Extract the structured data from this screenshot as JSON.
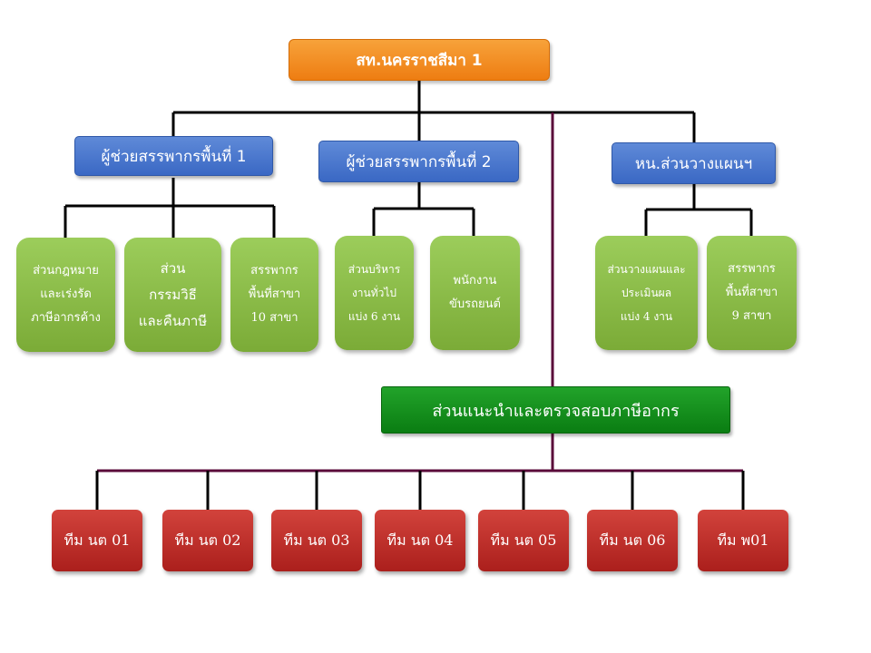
{
  "root": {
    "label": "สท.นครราชสีมา 1"
  },
  "level2": [
    {
      "label": "ผู้ช่วยสรรพากรพื้นที่ 1"
    },
    {
      "label": "ผู้ช่วยสรรพากรพื้นที่ 2"
    },
    {
      "label": "หน.ส่วนวางแผนฯ"
    }
  ],
  "units": [
    {
      "label": "ส่วนกฎหมาย\nและเร่งรัด\nภาษีอากรค้าง"
    },
    {
      "label": "ส่วน\nกรรมวิธี\nและคืนภาษี"
    },
    {
      "label": "สรรพากร\nพื้นที่สาขา\n10 สาขา"
    },
    {
      "label": "ส่วนบริหาร\nงานทั่วไป\nแบ่ง 6 งาน"
    },
    {
      "label": "พนักงาน\nขับรถยนต์"
    },
    {
      "label": "ส่วนวางแผนและ\nประเมินผล\nแบ่ง 4 งาน"
    },
    {
      "label": "สรรพากร\nพื้นที่สาขา\n9 สาขา"
    }
  ],
  "advisory": {
    "label": "ส่วนแนะนำและตรวจสอบภาษีอากร"
  },
  "teams": [
    {
      "label": "ทีม นต 01"
    },
    {
      "label": "ทีม นต 02"
    },
    {
      "label": "ทีม นต 03"
    },
    {
      "label": "ทีม นต 04"
    },
    {
      "label": "ทีม นต 05"
    },
    {
      "label": "ทีม นต 06"
    },
    {
      "label": "ทีม พ01"
    }
  ],
  "colors": {
    "root": "#ee7d12",
    "level2": "#3a68c4",
    "units": "#7bab37",
    "advisory": "#0a7d12",
    "teams": "#ab1f1c",
    "connector": "#000000",
    "advisory_connector": "#5a0a3a"
  }
}
